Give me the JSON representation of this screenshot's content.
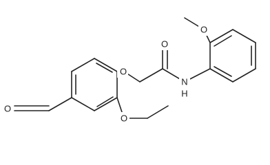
{
  "molecule": {
    "atom_labels": {
      "aldehyde_oxygen": "O",
      "ether_oxygen": "O",
      "carbonyl_oxygen": "O",
      "amide_nitrogen": "N",
      "amide_hydrogen": "H",
      "methoxy_oxygen": "O",
      "ethoxy_oxygen": "O"
    }
  }
}
